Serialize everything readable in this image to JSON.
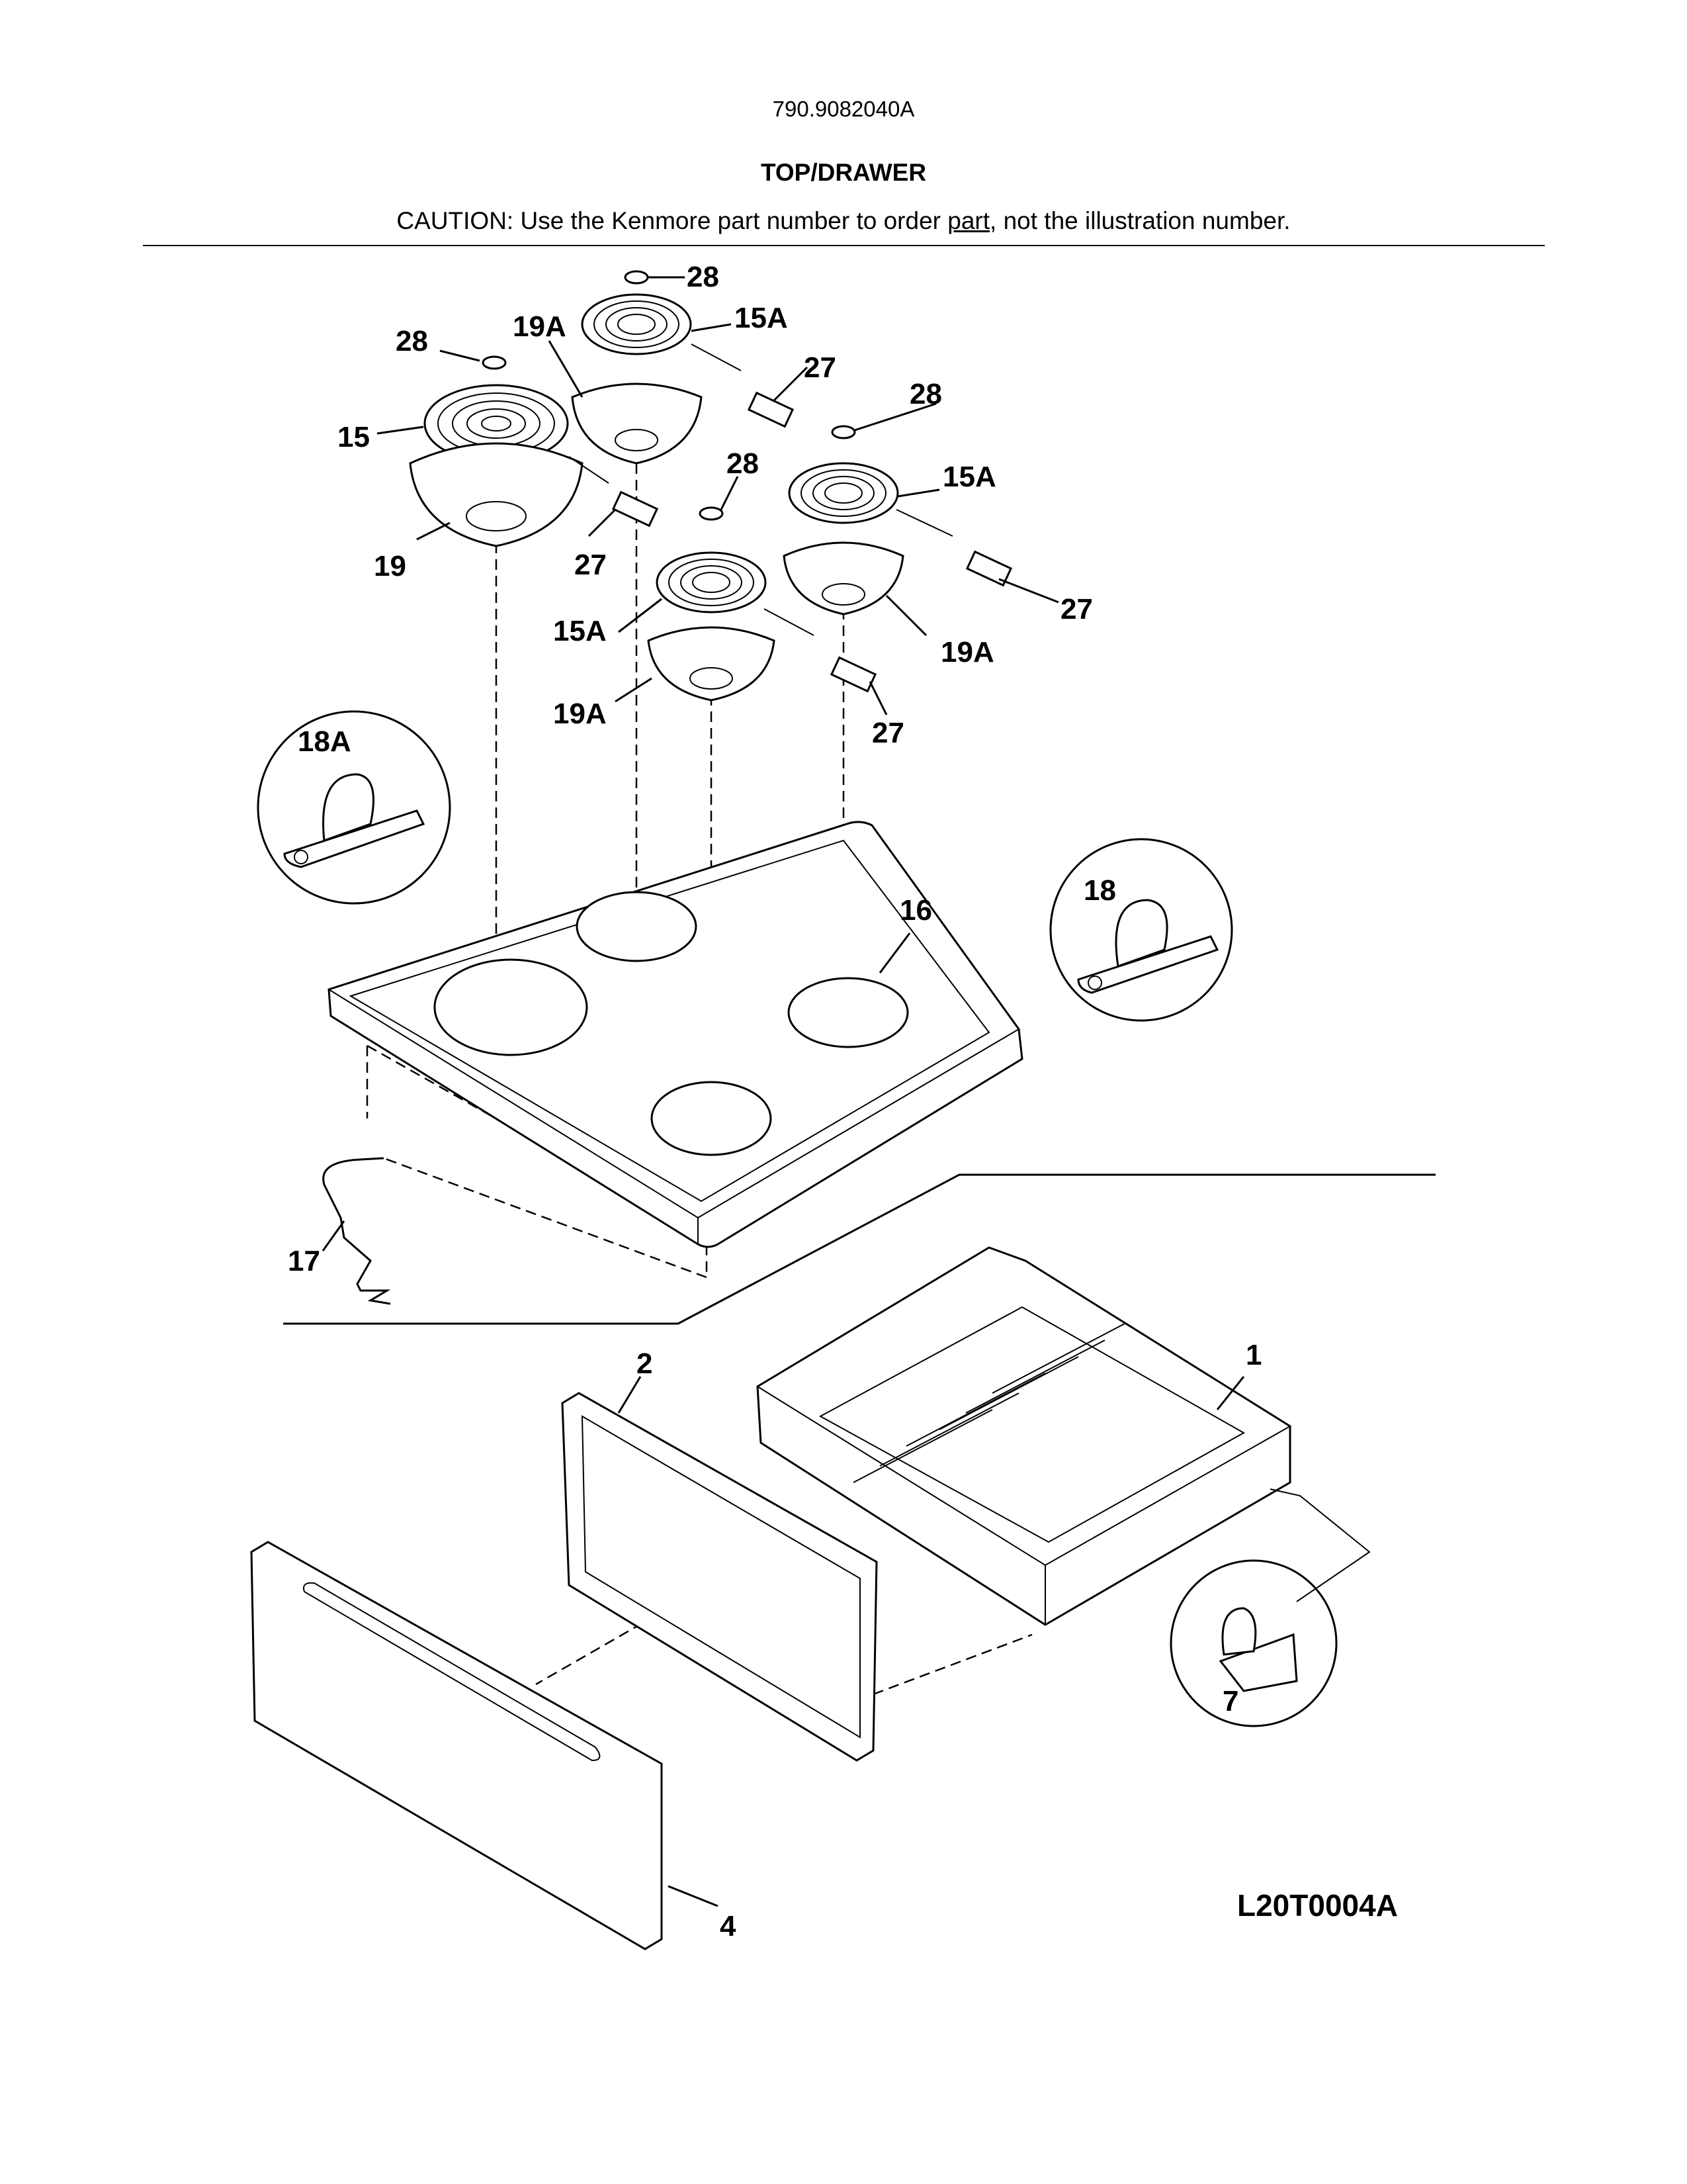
{
  "header": {
    "model_number": "790.9082040A",
    "section_title": "TOP/DRAWER",
    "caution_prefix": "CAUTION: Use the Kenmore part number to order ",
    "caution_link": "part",
    "caution_suffix": ", not the illustration number."
  },
  "diagram": {
    "code": "L20T0004A",
    "callouts": {
      "c28_a": "28",
      "c28_b": "28",
      "c28_c": "28",
      "c28_d": "28",
      "c19A_a": "19A",
      "c19A_b": "19A",
      "c19A_c": "19A",
      "c15A_a": "15A",
      "c15A_b": "15A",
      "c15A_c": "15A",
      "c27_a": "27",
      "c27_b": "27",
      "c27_c": "27",
      "c27_d": "27",
      "c15": "15",
      "c19": "19",
      "c18A": "18A",
      "c18": "18",
      "c16": "16",
      "c17": "17",
      "c2": "2",
      "c1": "1",
      "c7": "7",
      "c4": "4"
    }
  }
}
